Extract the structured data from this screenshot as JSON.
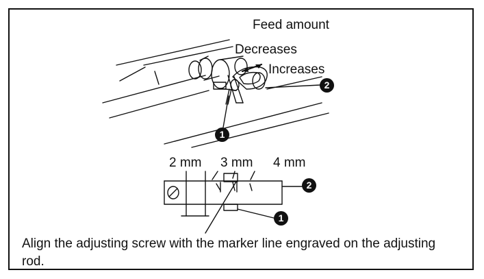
{
  "labels": {
    "feed_amount": "Feed amount",
    "decreases": "Decreases",
    "increases": "Increases",
    "mm2": "2 mm",
    "mm3": "3 mm",
    "mm4": "4 mm"
  },
  "callouts": {
    "part1_top": "1",
    "part2_top": "2",
    "part1_bottom": "1",
    "part2_bottom": "2"
  },
  "caption": "Align the adjusting screw with the marker line engraved on the adjusting rod."
}
